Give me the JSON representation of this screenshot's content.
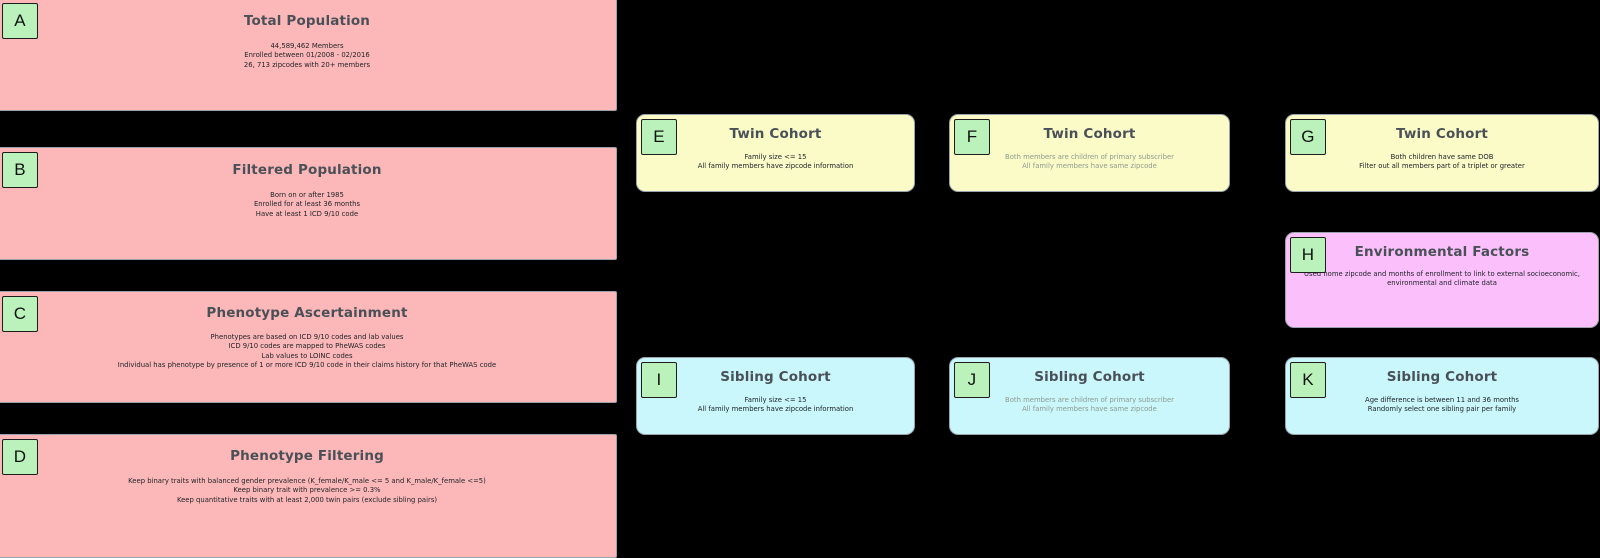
{
  "background_color": "#000000",
  "panels": [
    {
      "id": "a",
      "badge": "A",
      "title": "Total Population",
      "color": "#fcb8b8",
      "lines": [
        "44,589,462 Members",
        "Enrolled between 01/2008 - 02/2016",
        "26, 713 zipcodes with 20+ members"
      ]
    },
    {
      "id": "b",
      "badge": "B",
      "title": "Filtered Population",
      "color": "#fcb8b8",
      "lines": [
        "Born on or after 1985",
        "Enrolled for at least 36 months",
        "Have at least 1 ICD 9/10 code"
      ]
    },
    {
      "id": "c",
      "badge": "C",
      "title": "Phenotype Ascertainment",
      "color": "#fcb8b8",
      "lines": [
        "Phenotypes are based on ICD 9/10 codes and lab values",
        "ICD 9/10 codes are mapped to PheWAS codes",
        "Lab values to LOINC codes",
        "Individual has phenotype by presence of 1 or more ICD 9/10 code in their claims history for that PheWAS code"
      ]
    },
    {
      "id": "d",
      "badge": "D",
      "title": "Phenotype Filtering",
      "color": "#fcb8b8",
      "lines": [
        "Keep binary traits with balanced gender prevalence (K_female/K_male <= 5 and K_male/K_female <=5)",
        "Keep binary trait with prevalence >= 0.3%",
        "Keep quantitative traits with at least 2,000 twin pairs (exclude sibling pairs)"
      ]
    },
    {
      "id": "e",
      "badge": "E",
      "title": "Twin Cohort",
      "color": "#fbfbc8",
      "lines": [
        "Family size <= 15",
        "All family members have zipcode information"
      ]
    },
    {
      "id": "f",
      "badge": "F",
      "title": "Twin Cohort",
      "color": "#fbfbc8",
      "muted": true,
      "lines": [
        "Both members are children of primary subscriber",
        "All family members have same zipcode"
      ]
    },
    {
      "id": "g",
      "badge": "G",
      "title": "Twin Cohort",
      "color": "#fbfbc8",
      "lines": [
        "Both children have same DOB",
        "Filter out all members part of a triplet or greater"
      ]
    },
    {
      "id": "h",
      "badge": "H",
      "title": "Environmental Factors",
      "color": "#fbc0fb",
      "lines": [
        "Used home zipcode and months of enrollment to link to external socioeconomic, environmental and climate data"
      ]
    },
    {
      "id": "i",
      "badge": "I",
      "title": "Sibling Cohort",
      "color": "#c9f7fb",
      "lines": [
        "Family size <= 15",
        "All family members have zipcode information"
      ]
    },
    {
      "id": "j",
      "badge": "J",
      "title": "Sibling Cohort",
      "color": "#c9f7fb",
      "muted": true,
      "lines": [
        "Both members are children of primary subscriber",
        "All family members have same zipcode"
      ]
    },
    {
      "id": "k",
      "badge": "K",
      "title": "Sibling Cohort",
      "color": "#c9f7fb",
      "lines": [
        "Age difference is between 11 and 36 months",
        "Randomly select one sibling pair per family"
      ]
    }
  ]
}
